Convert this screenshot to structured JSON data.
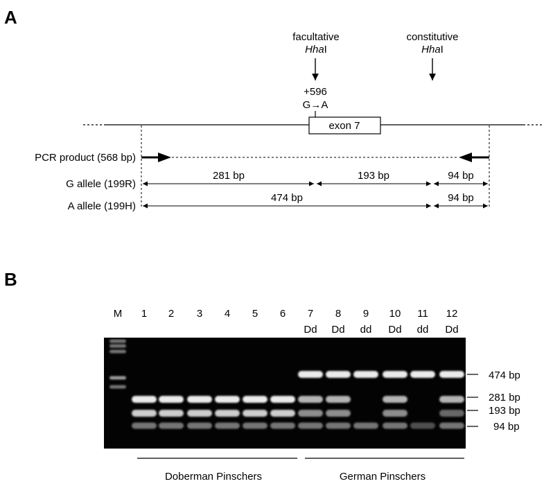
{
  "panel_a": {
    "label": "A",
    "facultative": {
      "line1": "facultative",
      "italic": "Hha",
      "suffix": "I"
    },
    "constitutive": {
      "line1": "constitutive",
      "italic": "Hha",
      "suffix": "I"
    },
    "mutation": {
      "position": "+596",
      "change": "G→A"
    },
    "exon_label": "exon 7",
    "pcr_product": "PCR product (568 bp)",
    "g_allele": {
      "label": "G allele (199R)",
      "fragments": [
        "281 bp",
        "193 bp",
        "94 bp"
      ]
    },
    "a_allele": {
      "label": "A allele (199H)",
      "fragments": [
        "474 bp",
        "94 bp"
      ]
    }
  },
  "panel_b": {
    "label": "B",
    "lanes": [
      {
        "num": "M",
        "genotype": ""
      },
      {
        "num": "1",
        "genotype": ""
      },
      {
        "num": "2",
        "genotype": ""
      },
      {
        "num": "3",
        "genotype": ""
      },
      {
        "num": "4",
        "genotype": ""
      },
      {
        "num": "5",
        "genotype": ""
      },
      {
        "num": "6",
        "genotype": ""
      },
      {
        "num": "7",
        "genotype": "Dd"
      },
      {
        "num": "8",
        "genotype": "Dd"
      },
      {
        "num": "9",
        "genotype": "dd"
      },
      {
        "num": "10",
        "genotype": "Dd"
      },
      {
        "num": "11",
        "genotype": "dd"
      },
      {
        "num": "12",
        "genotype": "Dd"
      }
    ],
    "size_markers": [
      "474 bp",
      "281 bp",
      "193 bp",
      "94 bp"
    ],
    "groups": [
      "Doberman Pinschers",
      "German Pinschers"
    ]
  }
}
